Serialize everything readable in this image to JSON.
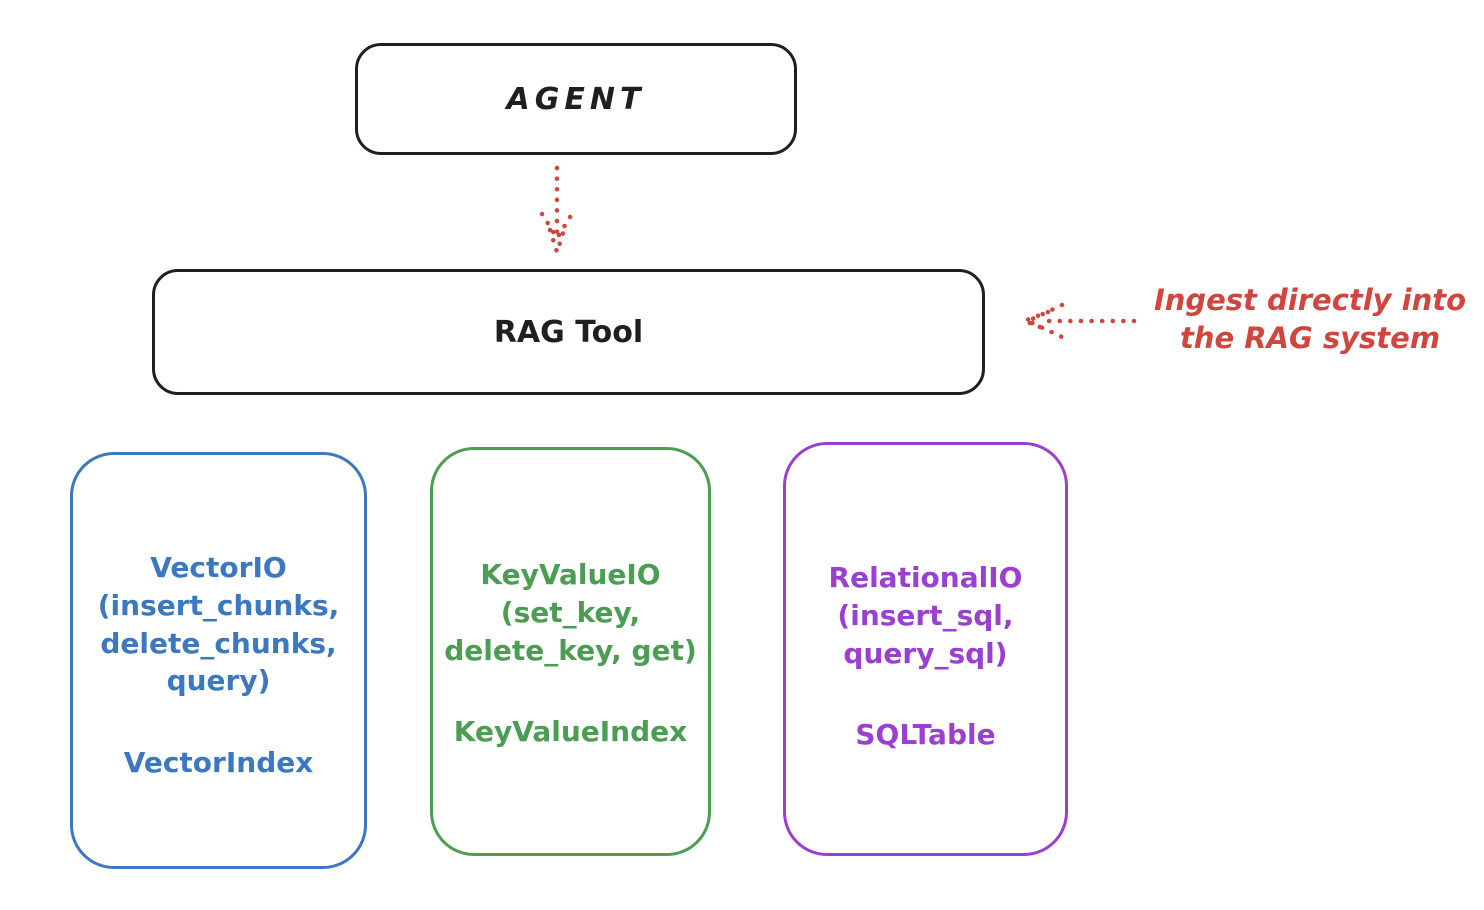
{
  "agent_box": {
    "label": "AGENT"
  },
  "rag_tool_box": {
    "label": "RAG Tool"
  },
  "ingest_annotation": {
    "text": "Ingest directly into\nthe RAG system"
  },
  "storage_boxes": [
    {
      "id": "vector",
      "color": "#3b78bf",
      "methods": "VectorIO\n(insert_chunks,\ndelete_chunks,\nquery)",
      "index_label": "VectorIndex"
    },
    {
      "id": "keyvalue",
      "color": "#4a9d52",
      "methods": "KeyValueIO\n(set_key,\ndelete_key, get)",
      "index_label": "KeyValueIndex"
    },
    {
      "id": "relational",
      "color": "#9b3fd1",
      "methods": "RelationalIO\n(insert_sql,\nquery_sql)",
      "index_label": "SQLTable"
    }
  ],
  "colors": {
    "stroke_black": "#1f1f1f",
    "arrow_red": "#d0453e",
    "vector_blue": "#3b78bf",
    "keyvalue_green": "#4a9d52",
    "relational_purple": "#9b3fd1",
    "background": "#ffffff"
  }
}
